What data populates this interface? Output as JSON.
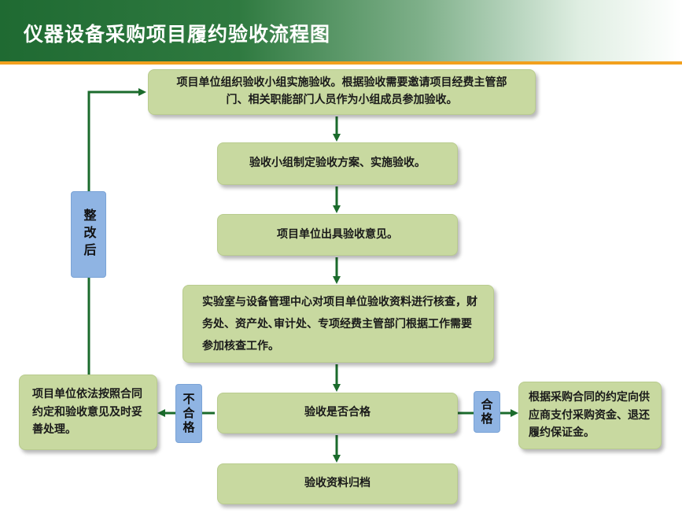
{
  "title": "仪器设备采购项目履约验收流程图",
  "colors": {
    "header_green": "#1f6a32",
    "accent_orange": "#f2a01e",
    "box_green": "#c8d9a0",
    "tag_blue": "#8fb4e3",
    "arrow_green": "#1b6b2c"
  },
  "steps": {
    "step1": "项目单位组织验收小组实施验收。根据验收需要邀请项目经费主管部门、相关职能部门人员作为小组成员参加验收。",
    "step2": "验收小组制定验收方案、实施验收。",
    "step3": "项目单位出具验收意见。",
    "step4": "实验室与设备管理中心对项目单位验收资料进行核查，财务处、资产处､审计处、专项经费主管部门根据工作需要参加核查工作。",
    "decision": "验收是否合格",
    "archive": "验收资料归档",
    "fail_action": "项目单位依法按照合同约定和验收意见及时妥善处理。",
    "pass_action": "根据采购合同的约定向供应商支付采购资金、退还履约保证金。"
  },
  "tags": {
    "rectify": "整改后",
    "fail": "不合格",
    "pass": "合格"
  }
}
